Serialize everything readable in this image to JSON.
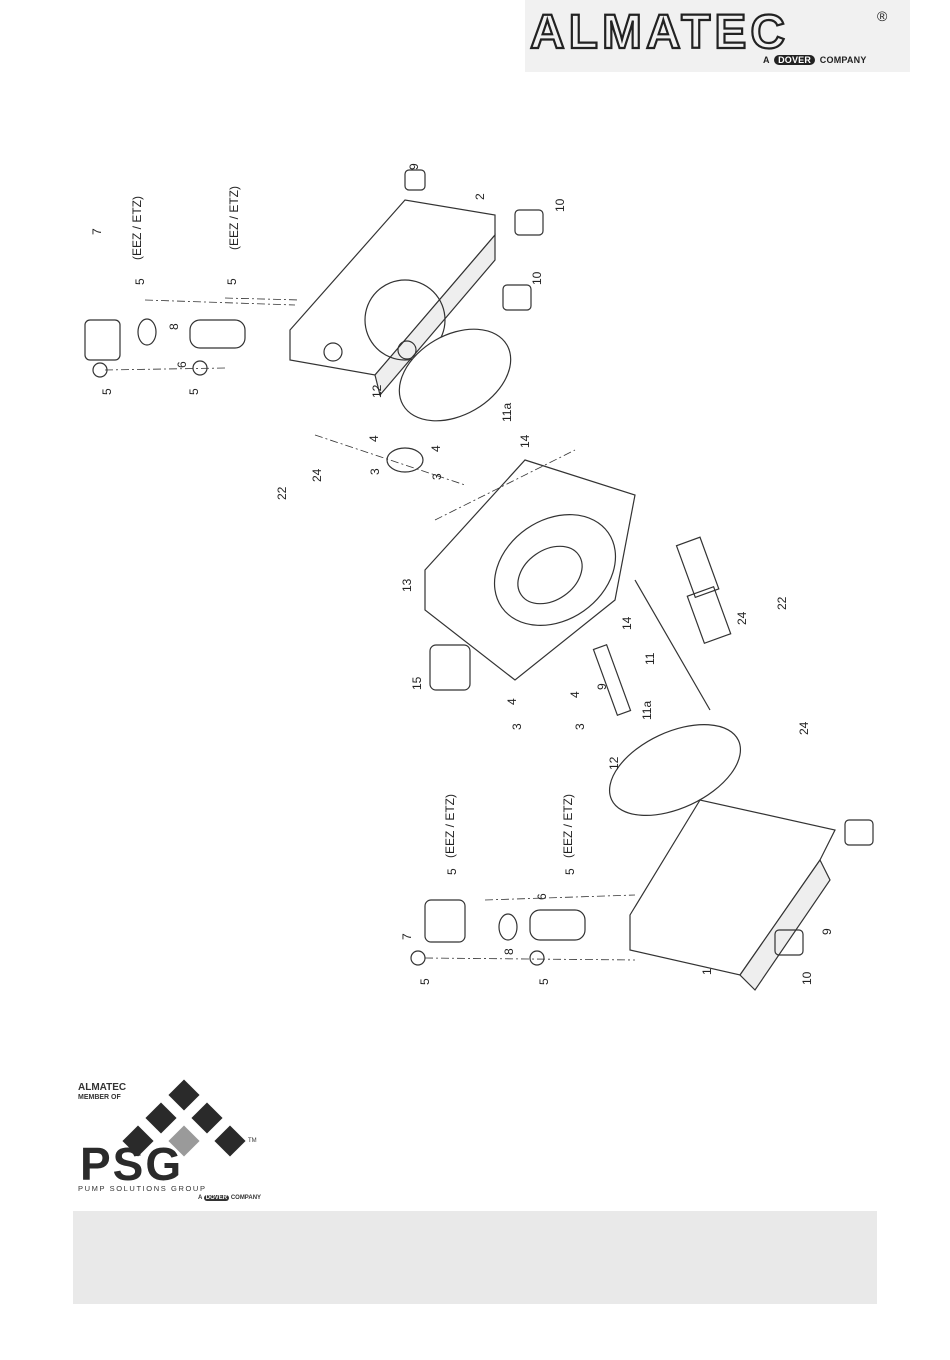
{
  "header": {
    "brand": "ALMATEC",
    "registered": "®",
    "tagline_prefix": "A",
    "tagline_brand": "DOVER",
    "tagline_suffix": "COMPANY"
  },
  "drawing": {
    "callouts": {
      "p1": "1",
      "p2": "2",
      "p3a": "3",
      "p3b": "3",
      "p3c": "3",
      "p3d": "3",
      "p4a": "4",
      "p4b": "4",
      "p4c": "4",
      "p4d": "4",
      "p5a": "5",
      "p5b": "5",
      "p5c": "5",
      "p5d": "5",
      "p5e": "5",
      "p5f": "5",
      "p5g": "5",
      "p5h": "5",
      "p6a": "6",
      "p6b": "6",
      "p7a": "7",
      "p7b": "7",
      "p8a": "8",
      "p8b": "8",
      "p9a": "9",
      "p9b": "9",
      "p9c": "9",
      "p10a": "10",
      "p10b": "10",
      "p10c": "10",
      "p11": "11",
      "p11a_1": "11a",
      "p11a_2": "11a",
      "p12a": "12",
      "p12b": "12",
      "p13": "13",
      "p14a": "14",
      "p14b": "14",
      "p15": "15",
      "p22a": "22",
      "p22b": "22",
      "p24a": "24",
      "p24b": "24",
      "p24c": "24"
    },
    "variant": "(EEZ / ETZ)"
  },
  "footer_logo": {
    "almatec": "ALMATEC",
    "member_of": "MEMBER OF",
    "psg": "PSG",
    "tm": "TM",
    "subtitle": "PUMP SOLUTIONS GROUP",
    "dover_prefix": "A",
    "dover_brand": "DOVER",
    "dover_suffix": "COMPANY"
  },
  "colors": {
    "ink": "#222222",
    "logo_bg": "#f1f1f1",
    "band": "#e9e9e9"
  }
}
